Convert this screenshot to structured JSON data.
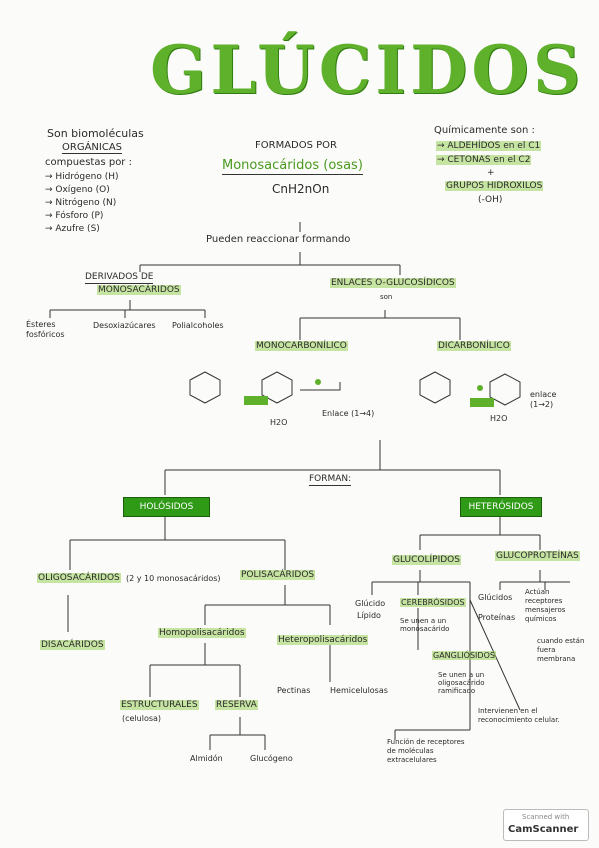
{
  "title": "GLÚCIDOS",
  "left_intro": {
    "line1": "Son biomoléculas",
    "line2": "ORGÁNICAS",
    "line3": "compuestas por :",
    "items": [
      "→ Hidrógeno (H)",
      "→ Oxígeno (O)",
      "→ Nitrógeno (N)",
      "→ Fósforo (P)",
      "→ Azufre (S)"
    ]
  },
  "center_intro": {
    "line1": "FORMADOS POR",
    "line2": "Monosacáridos (osas)",
    "formula": "CnH2nOn"
  },
  "right_intro": {
    "line1": "Químicamente son :",
    "item1": "→ ALDEHÍDOS en el C1",
    "item2": "→ CETONAS en el C2",
    "plus": "+",
    "item3": "GRUPOS HIDROXILOS",
    "item3b": "(-OH)"
  },
  "pueden": "Pueden reaccionar formando",
  "derivados": {
    "title1": "DERIVADOS DE",
    "title2": "MONOSACÁRIDOS",
    "children": [
      "Ésteres fosfóricos",
      "Desoxiazúcares",
      "Polialcoholes"
    ]
  },
  "enlaces": {
    "title": "ENLACES O-GLUCOSÍDICOS",
    "son": "son",
    "mono": "MONOCARBONÍLICO",
    "di": "DICARBONÍLICO",
    "mono_enlace": "Enlace (1→4)",
    "di_enlace": "enlace (1→2)",
    "water": "H2O"
  },
  "forman": "FORMAN:",
  "holosidos": {
    "title": "HOLÓSIDOS",
    "oligo": "OLIGOSACÁRIDOS",
    "oligo_note": "(2 y 10 monosacáridos)",
    "disac": "DISACÁRIDOS",
    "poli": "POLISACÁRIDOS",
    "homo": "Homopolisacáridos",
    "hetero": "Heteropolisacáridos",
    "estructurales": "ESTRUCTURALES",
    "celulosa": "(celulosa)",
    "reserva": "RESERVA",
    "almidon": "Almidón",
    "glucogeno": "Glucógeno",
    "pectinas": "Pectinas",
    "hemicelulosas": "Hemicelulosas"
  },
  "heterosidos": {
    "title": "HETERÓSIDOS",
    "glucolipidos": "GLUCOLÍPIDOS",
    "glucoproteinas": "GLUCOPROTEÍNAS",
    "glucido": "Glúcido",
    "lipido": "Lípido",
    "cerebrosidos": "CEREBRÓSIDOS",
    "cerebrosidos_note": "Se unen a un monosacárido",
    "gangliosidos": "GANGLIÓSIDOS",
    "gangliosidos_note": "Se unen a un oligosacárido ramificado",
    "intervienen": "Intervienen en el reconocimiento celular.",
    "funcion": "Función de receptores de moléculas extracelulares",
    "gp_glucidos": "Glúcidos",
    "gp_proteinas": "Proteínas",
    "actuan": "Actúan receptores mensajeros químicos",
    "cuando": "cuando están fuera membrana"
  },
  "stamp": {
    "line1": "Scanned with",
    "line2": "CamScanner"
  },
  "colors": {
    "accent_green": "#5fb02a",
    "box_green": "#2f9a16",
    "highlight": "#9ad25a"
  }
}
